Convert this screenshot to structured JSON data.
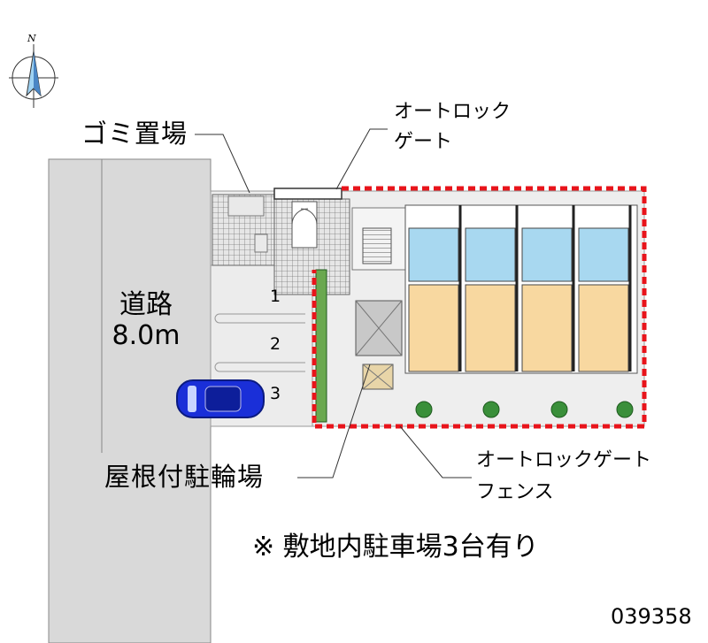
{
  "compass": {
    "north_label": "N"
  },
  "road": {
    "name": "道路",
    "width": "8.0m"
  },
  "labels": {
    "garbage": "ゴミ置場",
    "autolock_gate_line1": "オートロック",
    "autolock_gate_line2": "ゲート",
    "bicycle": "屋根付駐輪場",
    "fence_line1": "オートロックゲート",
    "fence_line2": "フェンス"
  },
  "parking_spaces": [
    "1",
    "2",
    "3"
  ],
  "note": "※ 敷地内駐車場3台有り",
  "property_id": "039358",
  "colors": {
    "road": "#d9d9d9",
    "fence": "#e8141b",
    "unit_floor": "#f8d8a0",
    "wet_area": "#a8d8f0",
    "car": "#1a2fd8",
    "planting": "#3a8f3a"
  }
}
